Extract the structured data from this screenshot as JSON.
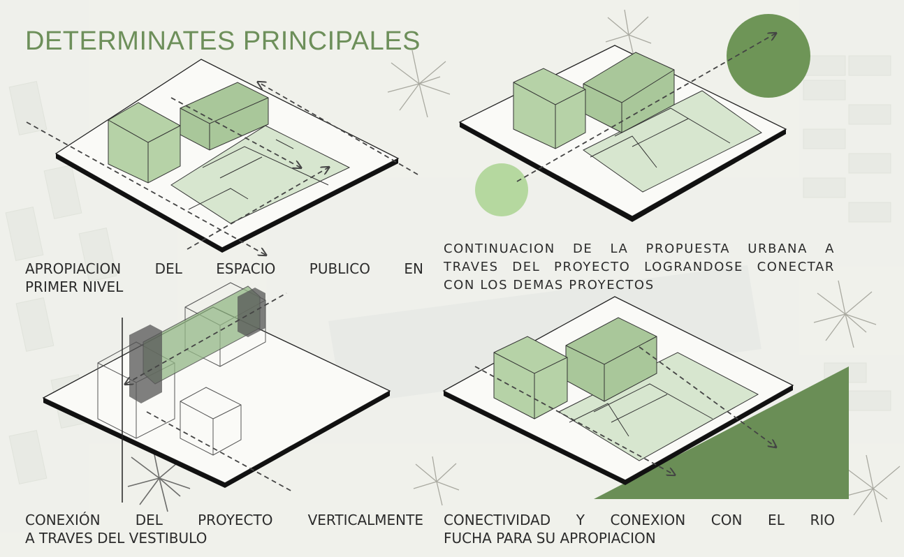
{
  "title": "DETERMINATES PRINCIPALES",
  "panels": [
    {
      "caption_line1": "APROPIACION DEL ESPACIO PUBLICO EN",
      "caption_line2": "PRIMER NIVEL"
    },
    {
      "caption_line1": "CONTINUACION DE LA PROPUESTA URBANA A",
      "caption_line2": "TRAVES DEL PROYECTO LOGRANDOSE CONECTAR",
      "caption_line3": "CON LOS DEMAS PROYECTOS"
    },
    {
      "caption_line1": "CONEXIÓN DEL PROYECTO VERTICALMENTE",
      "caption_line2": "A TRAVES DEL VESTIBULO"
    },
    {
      "caption_line1": "CONECTIVIDAD Y CONEXION CON EL RIO",
      "caption_line2": "FUCHA PARA SU APROPIACION"
    }
  ],
  "colors": {
    "title_green": "#6d8f5a",
    "volume_green": "#a9c79a",
    "plaza_green": "#d7e6cf",
    "circle_dark": "#6e9557",
    "circle_light": "#b5d89f",
    "river_green": "#6a8e56"
  }
}
